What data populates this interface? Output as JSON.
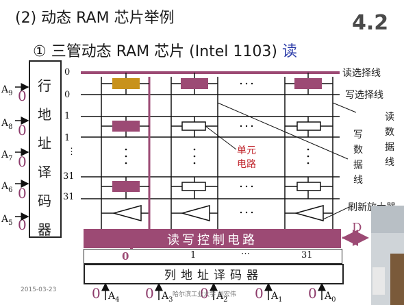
{
  "title": "(2) 动态 RAM 芯片举例",
  "subtitle_prefix": "① 三管动态 RAM 芯片 (Intel 1103)",
  "subtitle_suffix": "读",
  "section_number": "4.2",
  "row_decoder": "行地址译码器",
  "address_inputs": [
    {
      "name": "A",
      "sub": "9",
      "value": "0"
    },
    {
      "name": "A",
      "sub": "8",
      "value": "0"
    },
    {
      "name": "A",
      "sub": "7",
      "value": "0"
    },
    {
      "name": "A",
      "sub": "6",
      "value": "0"
    },
    {
      "name": "A",
      "sub": "5",
      "value": "0"
    }
  ],
  "row_indices": [
    "0",
    "0",
    "1",
    "1",
    "⋮",
    "31",
    "31"
  ],
  "signals": {
    "read_select": "读选择线",
    "write_select": "写选择线",
    "read_data": "读数据线",
    "write_data": "写数据线",
    "cell_circuit": "单元电路",
    "refresh_amp": "刷新放大器",
    "data_pin": "D"
  },
  "rw_control": "读写控制电路",
  "column_indices": [
    "0",
    "1",
    "⋯",
    "31"
  ],
  "column_decoder": "列地址译码器",
  "column_inputs": [
    {
      "value": "0",
      "name": "A",
      "sub": "4"
    },
    {
      "value": "0",
      "name": "A",
      "sub": "3"
    },
    {
      "value": "0",
      "name": "A",
      "sub": "2"
    },
    {
      "value": "0",
      "name": "A",
      "sub": "1"
    },
    {
      "value": "0",
      "name": "A",
      "sub": "0"
    }
  ],
  "footer_date": "2015-03-23",
  "footer_credit": "哈尔滨工业大学  刘宏伟",
  "colors": {
    "accent": "#9c4a74",
    "cell": "#9c4a74",
    "active_cell": "#c8921c",
    "label_red": "#c0242b",
    "read_blue": "#2a3aa8"
  }
}
